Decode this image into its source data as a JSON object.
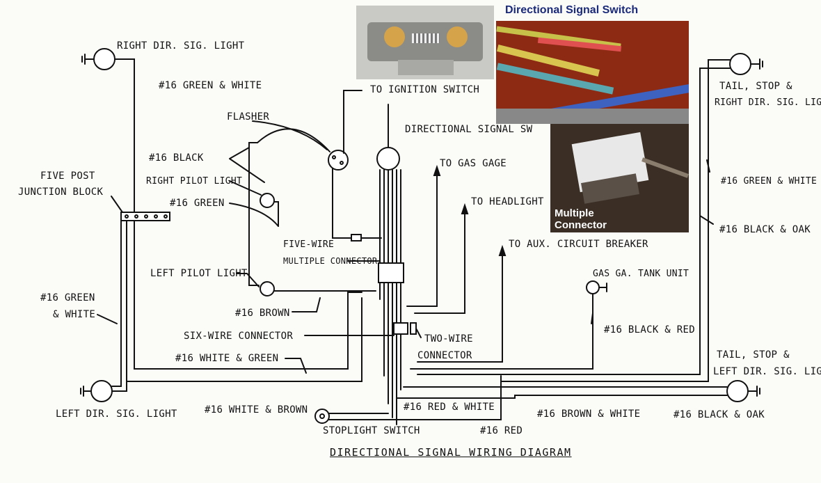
{
  "title": "DIRECTIONAL SIGNAL WIRING DIAGRAM",
  "photos": {
    "switch_heading": "Directional Signal Switch",
    "connector_caption": "Multiple Connector"
  },
  "labels": {
    "right_dir_light": "RIGHT DIR. SIG. LIGHT",
    "green_white_top": "#16 GREEN & WHITE",
    "to_ignition": "TO IGNITION SWITCH",
    "flasher": "FLASHER",
    "directional_signal_sw": "DIRECTIONAL SIGNAL SW",
    "black": "#16 BLACK",
    "right_pilot": "RIGHT PILOT LIGHT",
    "green": "#16 GREEN",
    "five_post_1": "FIVE POST",
    "five_post_2": "JUNCTION BLOCK",
    "to_gas_gage": "TO GAS GAGE",
    "to_headlight": "TO HEADLIGHT",
    "five_wire_1": "FIVE-WIRE",
    "five_wire_2": "MULTIPLE CONNECTOR",
    "to_aux": "TO AUX. CIRCUIT BREAKER",
    "left_pilot": "LEFT PILOT LIGHT",
    "gas_tank": "GAS GA. TANK UNIT",
    "green_white_left_1": "#16 GREEN",
    "green_white_left_2": "& WHITE",
    "brown": "#16 BROWN",
    "black_red": "#16 BLACK & RED",
    "six_wire": "SIX-WIRE CONNECTOR",
    "two_wire_1": "TWO-WIRE",
    "two_wire_2": "CONNECTOR",
    "white_green": "#16 WHITE & GREEN",
    "left_dir_light": "LEFT DIR. SIG. LIGHT",
    "white_brown": "#16 WHITE & BROWN",
    "red_white": "#16 RED & WHITE",
    "red": "#16 RED",
    "stoplight": "STOPLIGHT SWITCH",
    "brown_white": "#16 BROWN & WHITE",
    "black_oak_bottom": "#16 BLACK & OAK",
    "tail_right_1": "TAIL, STOP &",
    "tail_right_2": "RIGHT DIR. SIG. LIGHT",
    "green_white_right": "#16 GREEN & WHITE",
    "black_oak_right": "#16 BLACK & OAK",
    "tail_left_1": "TAIL, STOP &",
    "tail_left_2": "LEFT DIR. SIG. LIGHT"
  }
}
